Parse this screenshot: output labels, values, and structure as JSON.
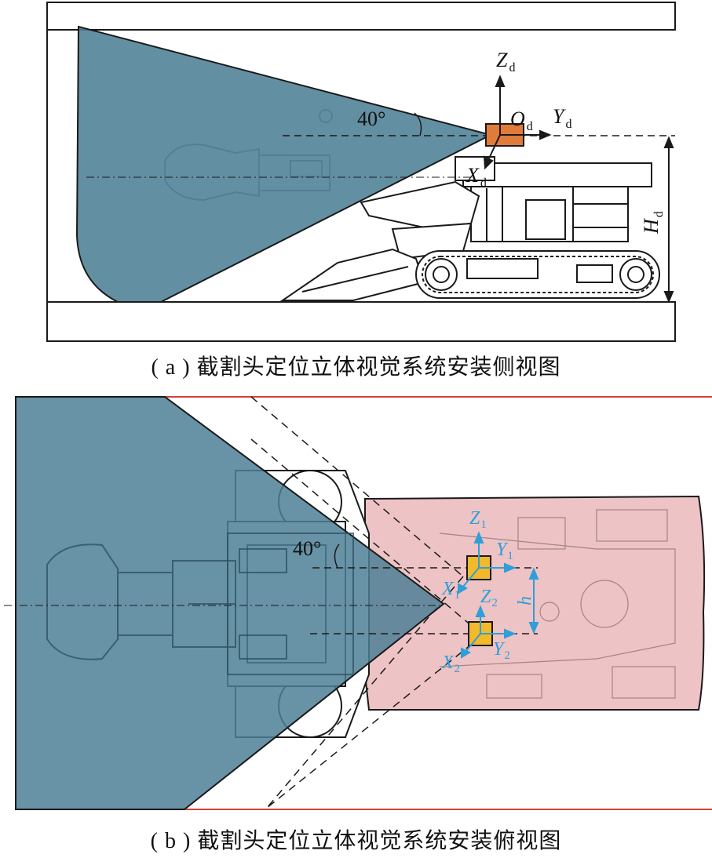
{
  "figure_a": {
    "caption": "( a ) 截割头定位立体视觉系统安装侧视图",
    "angle_label": "40°",
    "axes": {
      "Z": "Z",
      "Z_sub": "d",
      "Y": "Y",
      "Y_sub": "d",
      "O": "O",
      "O_sub": "d",
      "X": "X",
      "X_sub": "d",
      "H": "H",
      "H_sub": "d"
    }
  },
  "figure_b": {
    "caption": "( b ) 截割头定位立体视觉系统安装俯视图",
    "angle_label": "40°",
    "camera1": {
      "Z": "Z",
      "Z_sub": "1",
      "Y": "Y",
      "Y_sub": "1",
      "X": "X",
      "X_sub": "1"
    },
    "camera2": {
      "Z": "Z",
      "Z_sub": "2",
      "Y": "Y",
      "Y_sub": "2",
      "X": "X",
      "X_sub": "2"
    },
    "baseline_label": "h"
  },
  "colors": {
    "fov_fill": "#4d7f95",
    "camera_orange": "#e07b39",
    "camera_yellow": "#f2b92a",
    "body_pink": "#eec3c5",
    "axis_blue": "#2f9fd8",
    "wall_red": "#d8403a",
    "line_black": "#1a1a1a"
  }
}
